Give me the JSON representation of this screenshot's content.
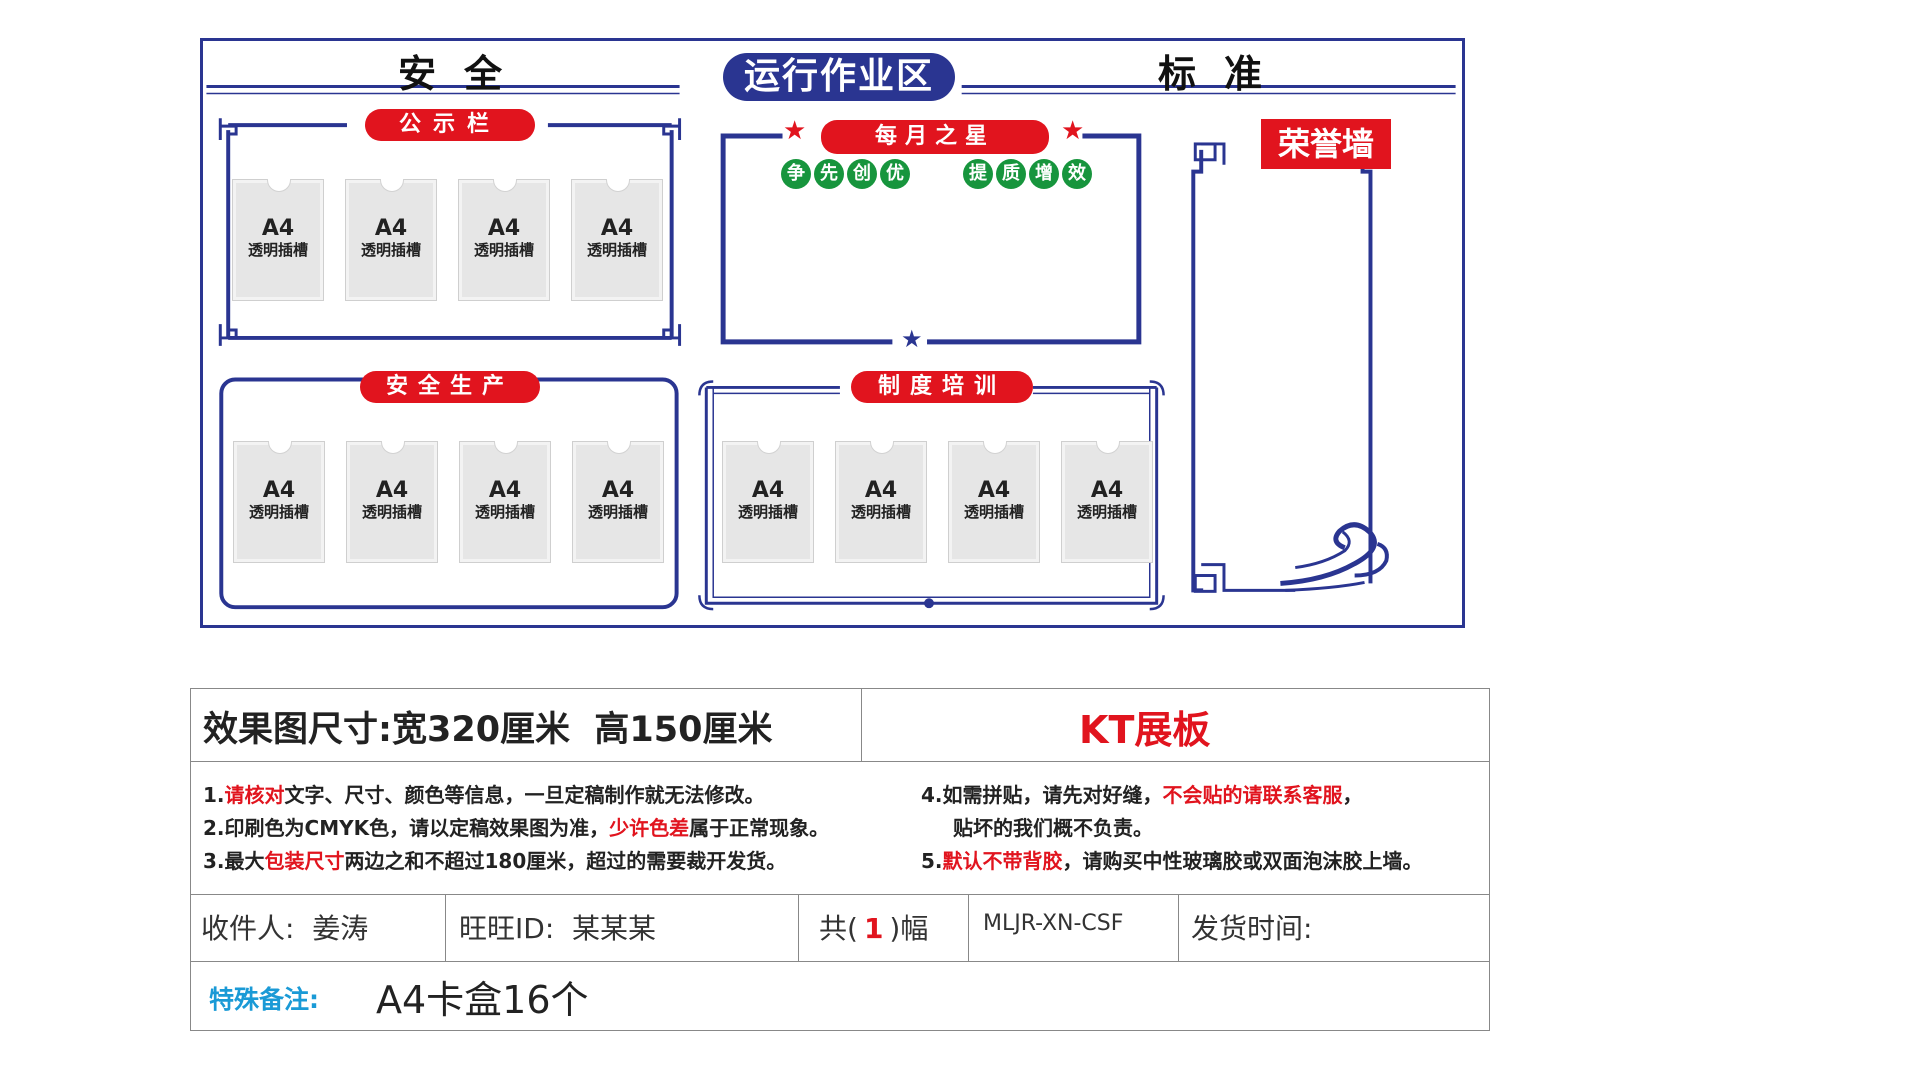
{
  "board": {
    "header_left": "安全",
    "header_right": "标准",
    "main_title": "运行作业区",
    "sections": {
      "notice": "公示栏",
      "star": "每月之星",
      "honor": "荣誉墙",
      "safety": "安全生产",
      "training": "制度培训"
    },
    "star_mottos_left": [
      "争",
      "先",
      "创",
      "优"
    ],
    "star_mottos_right": [
      "提",
      "质",
      "增",
      "效"
    ],
    "slot_size": "A4",
    "slot_label": "透明插槽",
    "colors": {
      "navy": "#2a3591",
      "red": "#e1141e",
      "green": "#17953d"
    }
  },
  "info": {
    "size_label": "效果图尺寸:宽320厘米  高150厘米",
    "product": "KT展板",
    "notes": {
      "n1_pre": "1.",
      "n1_red": "请核对",
      "n1_post": "文字、尺寸、颜色等信息，一旦定稿制作就无法修改。",
      "n2_pre": "2.印刷色为CMYK色，请以定稿效果图为准，",
      "n2_red": "少许色差",
      "n2_post": "属于正常现象。",
      "n3_pre": "3.最大",
      "n3_red": "包装尺寸",
      "n3_post": "两边之和不超过180厘米，超过的需要裁开发货。",
      "n4_pre": "4.如需拼贴，请先对好缝，",
      "n4_red": "不会贴的请联系客服",
      "n4_post": "，",
      "n4b": "贴坏的我们概不负责。",
      "n5_pre": "5.",
      "n5_red": "默认不带背胶",
      "n5_post": "，请购买中性玻璃胶或双面泡沫胶上墙。"
    },
    "recipient": "收件人:  姜涛",
    "wangwang": "旺旺ID:  某某某",
    "count_pre": "共(",
    "count_value": "1",
    "count_post": ")幅",
    "code": "MLJR-XN-CSF",
    "ship_time": "发货时间:",
    "special_label": "特殊备注:",
    "special_value": "A4卡盒16个",
    "special_color": "#1a9ad6"
  }
}
